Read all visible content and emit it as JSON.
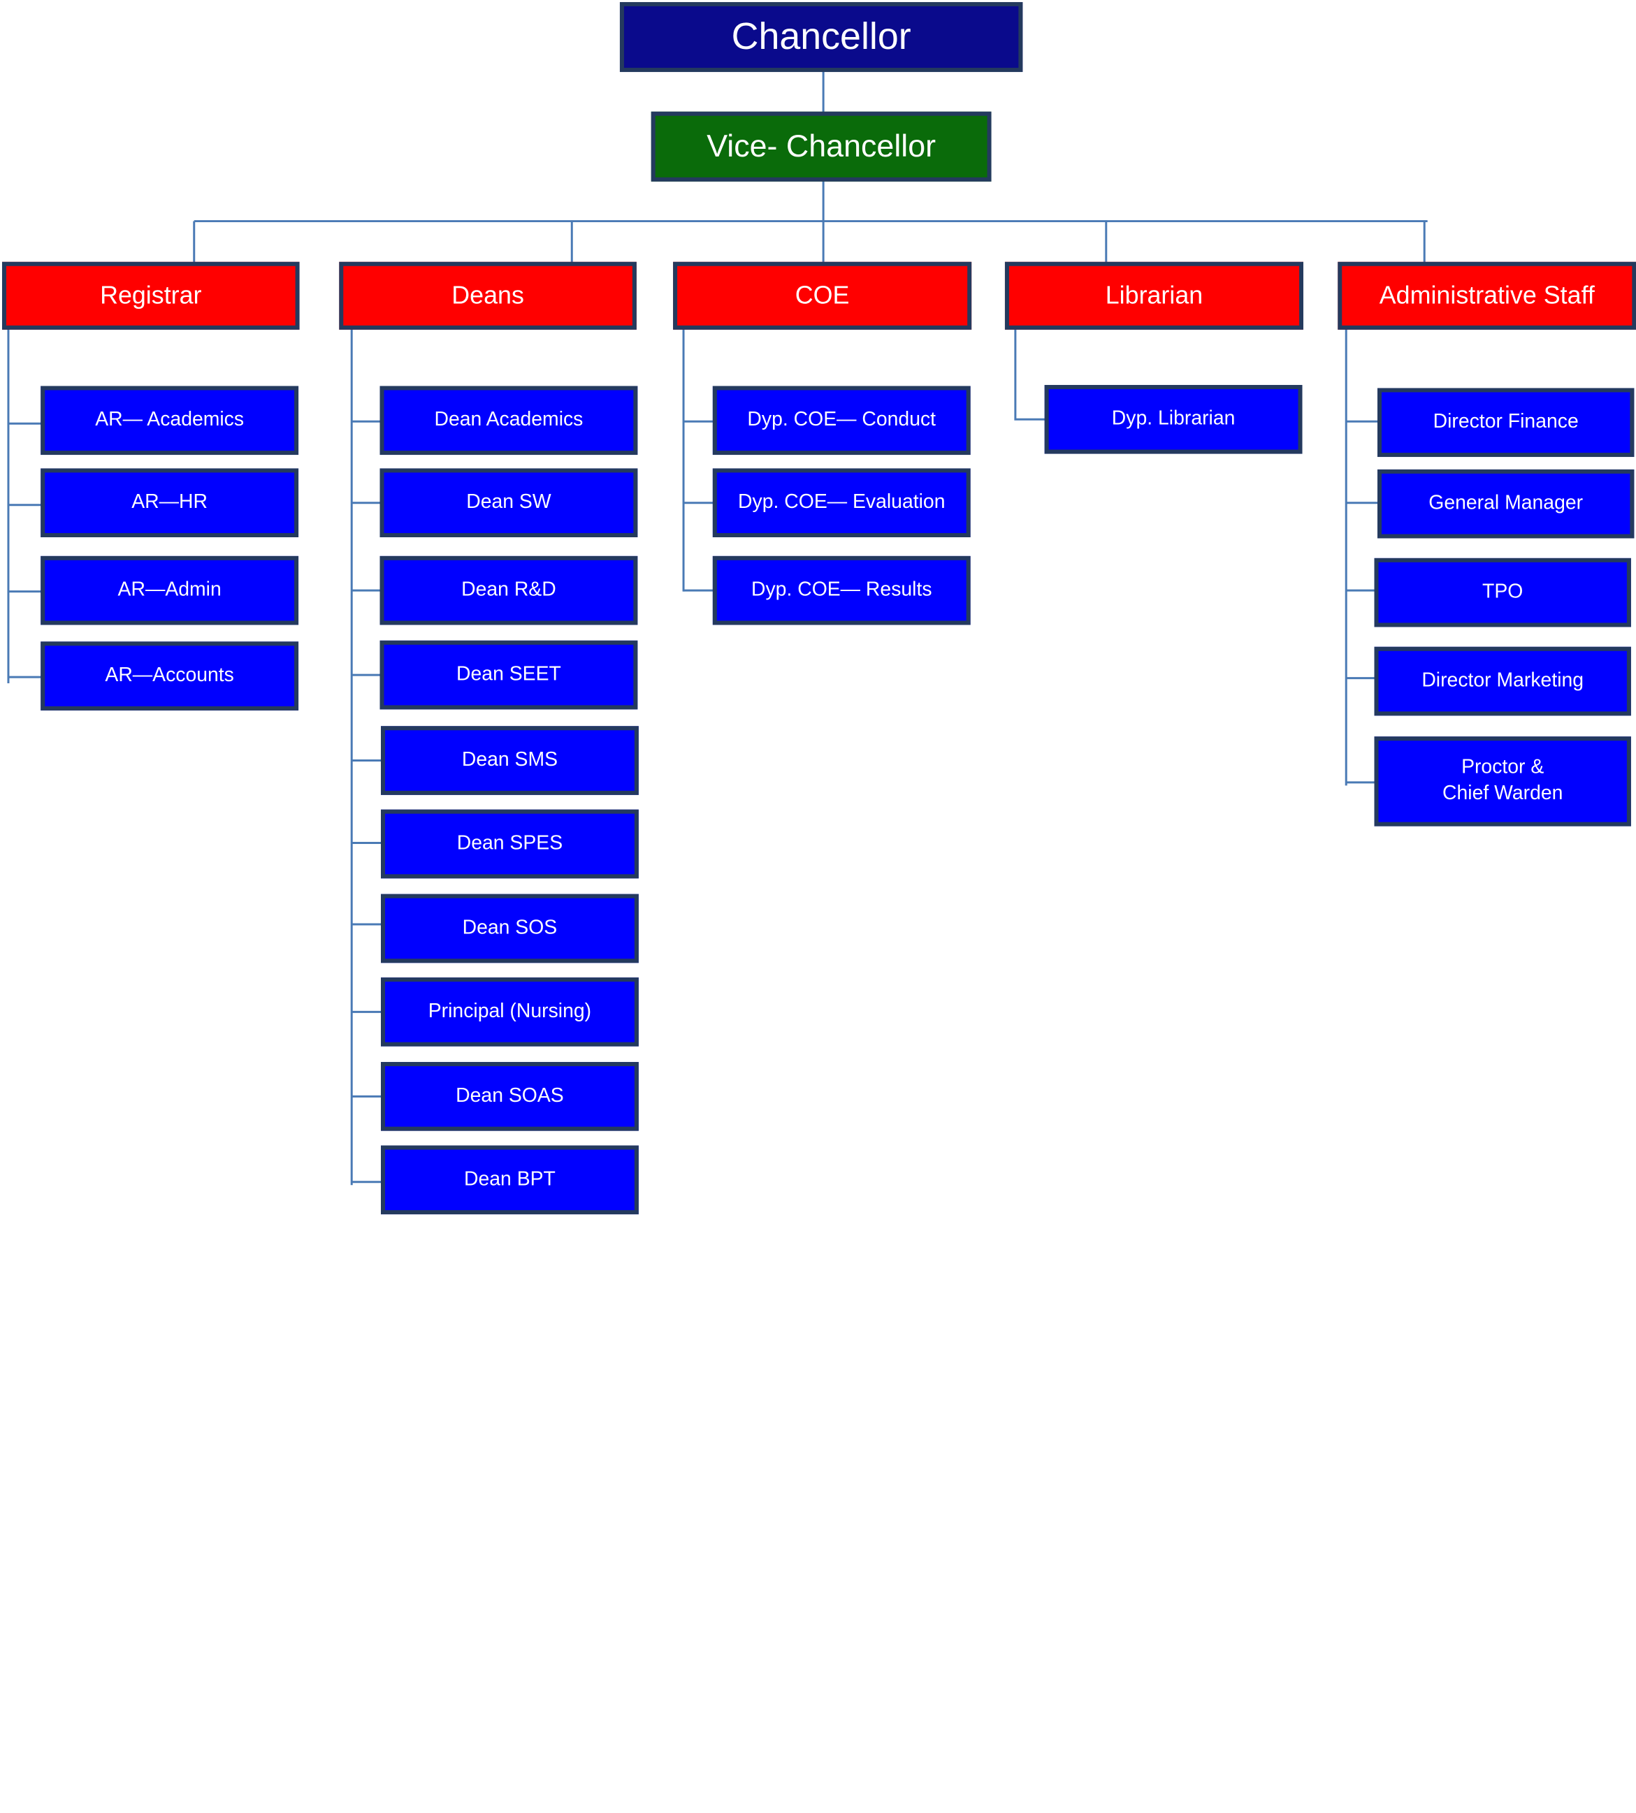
{
  "colors": {
    "chancellor": "#0a0a8c",
    "vice_chancellor": "#0a6b0a",
    "head": "#ff0000",
    "sub": "#0000ff",
    "border": "#243a5e",
    "connector": "#4a7ab5",
    "text": "#ffffff"
  },
  "chancellor": "Chancellor",
  "vice_chancellor": "Vice- Chancellor",
  "heads": {
    "registrar": "Registrar",
    "deans": "Deans",
    "coe": "COE",
    "librarian": "Librarian",
    "admin_staff": "Administrative Staff"
  },
  "registrar_items": [
    "AR— Academics",
    "AR—HR",
    "AR—Admin",
    "AR—Accounts"
  ],
  "deans_items": [
    "Dean Academics",
    "Dean SW",
    "Dean R&D",
    "Dean SEET",
    "Dean SMS",
    "Dean SPES",
    "Dean SOS",
    "Principal (Nursing)",
    "Dean SOAS",
    "Dean BPT"
  ],
  "coe_items": [
    "Dyp. COE— Conduct",
    "Dyp. COE— Evaluation",
    "Dyp. COE— Results"
  ],
  "librarian_items": [
    "Dyp. Librarian"
  ],
  "admin_items": [
    "Director Finance",
    "General Manager",
    "TPO",
    "Director  Marketing",
    "Proctor &\nChief Warden"
  ]
}
